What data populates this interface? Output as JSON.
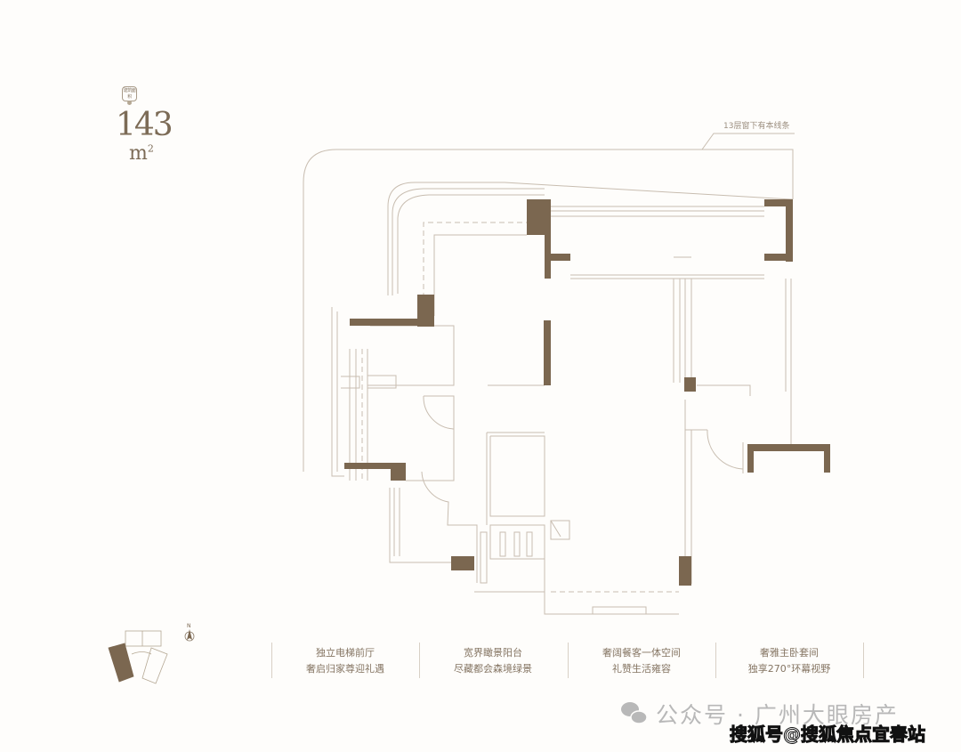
{
  "header": {
    "badge_label": "建筑面积",
    "area_value": "143",
    "area_unit": "m",
    "area_unit_sup": "2"
  },
  "plan": {
    "annotation": "13层窗下有本线条",
    "colors": {
      "wall": "#7b6750",
      "line": "#c8bdb0"
    }
  },
  "keyplan": {
    "north_label": "N"
  },
  "features": [
    {
      "line1": "独立电梯前厅",
      "line2": "奢启归家尊迎礼遇"
    },
    {
      "line1": "宽界瞰景阳台",
      "line2": "尽藏都会森境绿景"
    },
    {
      "line1": "奢阔餐客一体空间",
      "line2": "礼赞生活雍容"
    },
    {
      "line1": "奢雅主卧套间",
      "line2": "独享270°环幕视野"
    }
  ],
  "watermark": {
    "line1": "公众号 · 广州大眼房产",
    "line2": "搜狐号@搜狐焦点宜春站"
  }
}
